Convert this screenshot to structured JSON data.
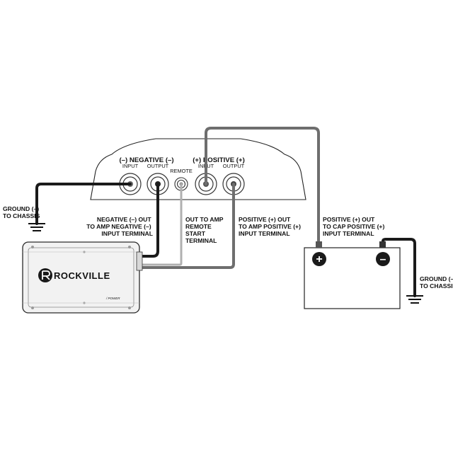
{
  "block": {
    "negative_header": "(–) NEGATIVE (–)",
    "positive_header": "(+) POSITIVE (+)",
    "neg_input": "INPUT",
    "neg_output": "OUTPUT",
    "remote": "REMOTE",
    "pos_input": "INPUT",
    "pos_output": "OUTPUT"
  },
  "labels": {
    "ground_left": [
      "GROUND (–)",
      "TO CHASSIS"
    ],
    "negative_out": [
      "NEGATIVE (–) OUT",
      "TO AMP NEGATIVE (–)",
      "INPUT TERMINAL"
    ],
    "remote_out": [
      "OUT TO AMP",
      "REMOTE",
      "START",
      "TERMINAL"
    ],
    "positive_out": [
      "POSITIVE (+) OUT",
      "TO AMP POSITIVE (+)",
      "INPUT TERMINAL"
    ],
    "cap_positive": [
      "POSITIVE (+) OUT",
      "TO CAP POSITIVE (+)",
      "INPUT TERMINAL"
    ],
    "ground_right": [
      "GROUND (–)",
      "TO CHASSIS"
    ]
  },
  "amplifier": {
    "brand": "ROCKVILLE",
    "model_text": "/ POWER"
  },
  "capacitor": {
    "plus_symbol": "+",
    "minus_symbol": "–"
  }
}
